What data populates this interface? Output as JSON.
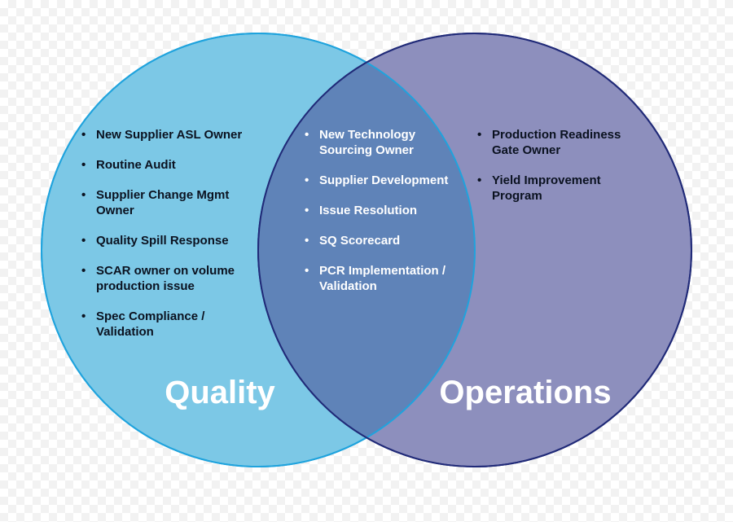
{
  "colors": {
    "quality_fill": "#7cc8e6",
    "quality_stroke": "#1fa3dd",
    "operations_fill": "#8d8fbd",
    "operations_stroke": "#202a78",
    "overlap_fill": "#5f83b8",
    "title_text": "#ffffff"
  },
  "quality": {
    "title": "Quality",
    "items": [
      "New Supplier ASL Owner",
      "Routine Audit",
      "Supplier Change Mgmt Owner",
      "Quality Spill Response",
      "SCAR owner on volume production issue",
      "Spec Compliance / Validation"
    ]
  },
  "overlap": {
    "items": [
      "New Technology Sourcing Owner",
      "Supplier Development",
      "Issue Resolution",
      "SQ Scorecard",
      "PCR Implementation / Validation"
    ]
  },
  "operations": {
    "title": "Operations",
    "items": [
      "Production Readiness Gate Owner",
      "Yield Improvement Program"
    ]
  },
  "bullet": "•"
}
